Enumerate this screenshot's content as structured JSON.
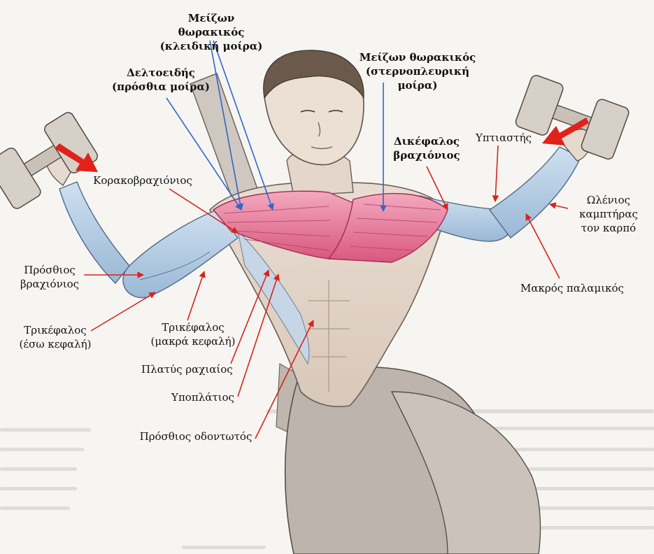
{
  "diagram": {
    "labels": {
      "pec_clavicular": "Μείζων θωρακικός\n(κλειδική μοίρα)",
      "pec_sternal": "Μείζων θωρακικός\n(στερνοπλευρική μοίρα)",
      "deltoid_anterior": "Δελτοειδής\n(πρόσθια μοίρα)",
      "biceps": "Δικέφαλος\nβραχιόνιος",
      "supinator": "Υπτιαστής",
      "coracobrachialis": "Κορακοβραχιόνιος",
      "flexor_carpi_ulnaris": "Ωλένιος\nκαμπτήρας\nτον καρπό",
      "brachialis": "Πρόσθιος\nβραχιόνιος",
      "palmaris_longus": "Μακρός παλαμικός",
      "triceps_medial": "Τρικέφαλος\n(έσω κεφαλή)",
      "triceps_long": "Τρικέφαλος\n(μακρά κεφαλή)",
      "latissimus": "Πλατύς ραχιαίος",
      "subscapularis": "Υποπλάτιος",
      "serratus": "Πρόσθιος οδοντωτός"
    }
  }
}
